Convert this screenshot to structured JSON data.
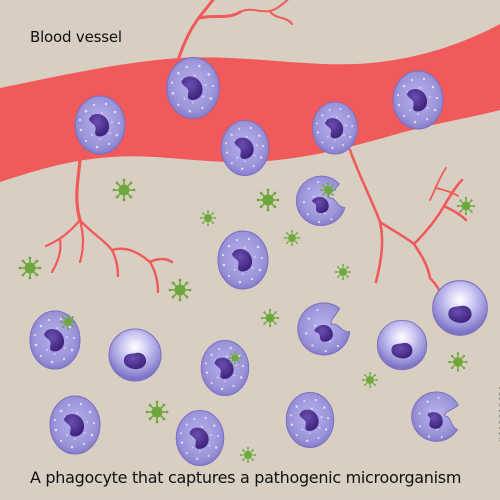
{
  "diagram": {
    "vessel_label": "Blood vessel",
    "caption": "A phagocyte that captures a pathogenic microorganism",
    "stock_id": "#898698639"
  },
  "colors": {
    "background": "#d8cfc2",
    "vessel": "#f05a5a",
    "cell_body": "#9a93d8",
    "cell_edge": "#7c70c4",
    "nucleus": "#4b2f8a",
    "pathogen": "#6fa83a"
  },
  "icons": {
    "cell": "phagocyte-cell-icon",
    "pathogen": "virus-pathogen-icon"
  }
}
